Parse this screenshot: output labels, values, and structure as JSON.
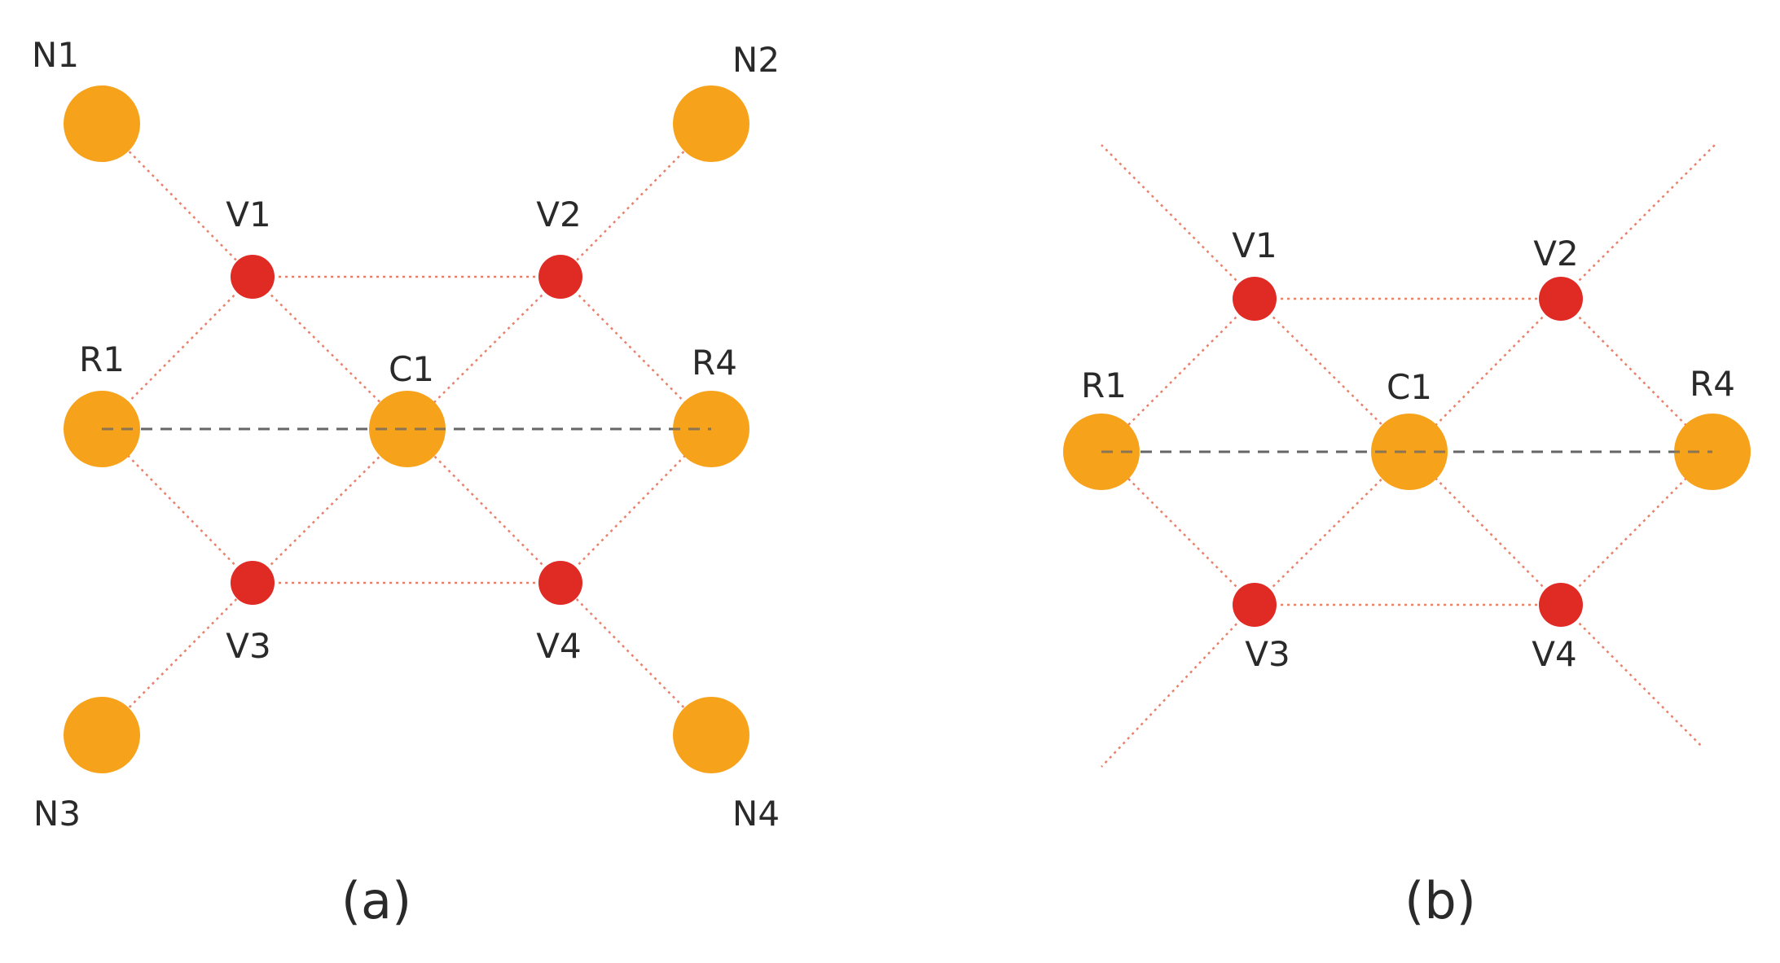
{
  "colors": {
    "large_node": "#f7a21b",
    "small_node": "#e02a24",
    "dotted_edge": "#e8806a",
    "dashed_axis": "#666666",
    "text": "#2a2a2a"
  },
  "panels": [
    {
      "caption": "(a)",
      "nodes": [
        {
          "id": "N1",
          "label": "N1",
          "kind": "large"
        },
        {
          "id": "N2",
          "label": "N2",
          "kind": "large"
        },
        {
          "id": "V1",
          "label": "V1",
          "kind": "small"
        },
        {
          "id": "V2",
          "label": "V2",
          "kind": "small"
        },
        {
          "id": "R1",
          "label": "R1",
          "kind": "large"
        },
        {
          "id": "C1",
          "label": "C1",
          "kind": "large"
        },
        {
          "id": "R4",
          "label": "R4",
          "kind": "large"
        },
        {
          "id": "V3",
          "label": "V3",
          "kind": "small"
        },
        {
          "id": "V4",
          "label": "V4",
          "kind": "small"
        },
        {
          "id": "N3",
          "label": "N3",
          "kind": "large"
        },
        {
          "id": "N4",
          "label": "N4",
          "kind": "large"
        }
      ],
      "edges": [
        {
          "from": "N1",
          "to": "V1",
          "style": "dotted"
        },
        {
          "from": "N2",
          "to": "V2",
          "style": "dotted"
        },
        {
          "from": "N3",
          "to": "V3",
          "style": "dotted"
        },
        {
          "from": "N4",
          "to": "V4",
          "style": "dotted"
        },
        {
          "from": "V1",
          "to": "V2",
          "style": "dotted"
        },
        {
          "from": "V3",
          "to": "V4",
          "style": "dotted"
        },
        {
          "from": "V1",
          "to": "R1",
          "style": "dotted"
        },
        {
          "from": "V1",
          "to": "C1",
          "style": "dotted"
        },
        {
          "from": "V2",
          "to": "C1",
          "style": "dotted"
        },
        {
          "from": "V2",
          "to": "R4",
          "style": "dotted"
        },
        {
          "from": "V3",
          "to": "R1",
          "style": "dotted"
        },
        {
          "from": "V3",
          "to": "C1",
          "style": "dotted"
        },
        {
          "from": "V4",
          "to": "C1",
          "style": "dotted"
        },
        {
          "from": "V4",
          "to": "R4",
          "style": "dotted"
        },
        {
          "from": "R1",
          "to": "R4",
          "style": "dashed"
        }
      ]
    },
    {
      "caption": "(b)",
      "nodes": [
        {
          "id": "V1",
          "label": "V1",
          "kind": "small"
        },
        {
          "id": "V2",
          "label": "V2",
          "kind": "small"
        },
        {
          "id": "R1",
          "label": "R1",
          "kind": "large"
        },
        {
          "id": "C1",
          "label": "C1",
          "kind": "large"
        },
        {
          "id": "R4",
          "label": "R4",
          "kind": "large"
        },
        {
          "id": "V3",
          "label": "V3",
          "kind": "small"
        },
        {
          "id": "V4",
          "label": "V4",
          "kind": "small"
        }
      ],
      "edges": [
        {
          "from": "V1",
          "to": "V2",
          "style": "dotted"
        },
        {
          "from": "V3",
          "to": "V4",
          "style": "dotted"
        },
        {
          "from": "V1",
          "to": "R1",
          "style": "dotted"
        },
        {
          "from": "V1",
          "to": "C1",
          "style": "dotted"
        },
        {
          "from": "V2",
          "to": "C1",
          "style": "dotted"
        },
        {
          "from": "V2",
          "to": "R4",
          "style": "dotted"
        },
        {
          "from": "V3",
          "to": "R1",
          "style": "dotted"
        },
        {
          "from": "V3",
          "to": "C1",
          "style": "dotted"
        },
        {
          "from": "V4",
          "to": "C1",
          "style": "dotted"
        },
        {
          "from": "V4",
          "to": "R4",
          "style": "dotted"
        },
        {
          "from": "R1",
          "to": "R4",
          "style": "dashed"
        }
      ],
      "open_edges": [
        {
          "from": "V1",
          "direction": "up-left",
          "style": "dotted"
        },
        {
          "from": "V2",
          "direction": "up-right",
          "style": "dotted"
        },
        {
          "from": "V3",
          "direction": "down-left",
          "style": "dotted"
        },
        {
          "from": "V4",
          "direction": "down-right",
          "style": "dotted"
        }
      ]
    }
  ]
}
